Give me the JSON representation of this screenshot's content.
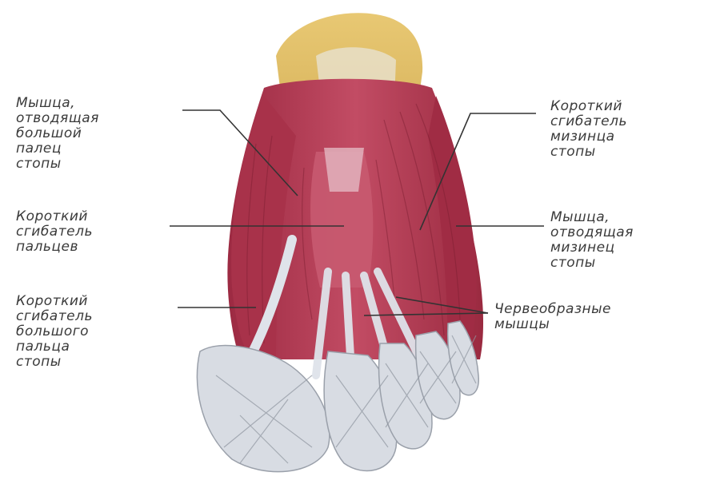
{
  "figure": {
    "labels": [
      {
        "id": "abductor-hallucis",
        "lines": [
          "Мышца,",
          "отводящая",
          "большой",
          "палец",
          "стопы"
        ]
      },
      {
        "id": "flexor-digitorum-brevis",
        "lines": [
          "Короткий",
          "сгибатель",
          "пальцев"
        ]
      },
      {
        "id": "flexor-hallucis-brevis",
        "lines": [
          "Короткий",
          "сгибатель",
          "большого",
          "пальца",
          "стопы"
        ]
      },
      {
        "id": "flexor-digiti-minimi-brevis",
        "lines": [
          "Короткий",
          "сгибатель",
          "мизинца",
          "стопы"
        ]
      },
      {
        "id": "abductor-digiti-minimi",
        "lines": [
          "Мышца,",
          "отводящая",
          "мизинец",
          "стопы"
        ]
      },
      {
        "id": "lumbricals",
        "lines": [
          "Червеобразные",
          "мышцы"
        ]
      }
    ],
    "colors": {
      "muscle": "#b23a52",
      "muscle_dark": "#8c2438",
      "tendon": "#d9dde4",
      "heel": "#e3c26e",
      "text": "#3a3a3a",
      "leader": "#333333"
    }
  }
}
